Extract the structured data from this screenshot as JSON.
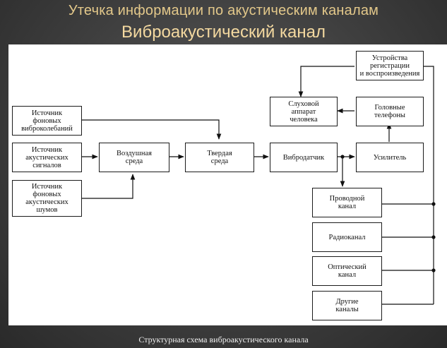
{
  "slide": {
    "title": "Утечка информации по акустическим каналам",
    "subtitle": "Виброакустический канал",
    "caption": "Структурная схема виброакустического канала"
  },
  "diagram": {
    "nodes": {
      "vibration_source": "Источник\nфоновых\nвиброколебаний",
      "acoustic_source": "Источник\nакустических\nсигналов",
      "noise_source": "Источник\nфоновых\nакустических\nшумов",
      "air_medium": "Воздушная\nсреда",
      "solid_medium": "Твердая\nсреда",
      "vibrosensor": "Вибродатчик",
      "amplifier": "Усилитель",
      "headphones": "Головные\nтелефоны",
      "hearing": "Слуховой\nаппарат\nчеловека",
      "recorders": "Устройства\nрегистрации\nи воспроизведения",
      "wired_channel": "Проводной\nканал",
      "radio_channel": "Радиоканал",
      "optical_channel": "Оптический\nканал",
      "other_channels": "Другие\nканалы"
    }
  }
}
